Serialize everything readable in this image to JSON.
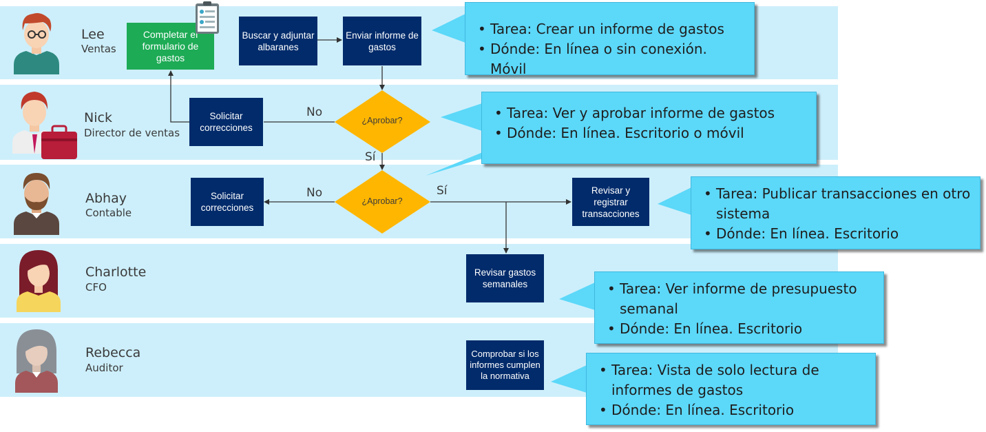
{
  "lanes": [
    {
      "name": "Lee",
      "role": "Ventas"
    },
    {
      "name": "Nick",
      "role": "Director de ventas"
    },
    {
      "name": "Abhay",
      "role": "Contable"
    },
    {
      "name": "Charlotte",
      "role": "CFO"
    },
    {
      "name": "Rebecca",
      "role": "Auditor"
    }
  ],
  "boxes": {
    "completar": "Completar el formulario de gastos",
    "buscar": "Buscar y adjuntar albaranes",
    "enviar": "Enviar informe de gastos",
    "solicitar_nick": "Solicitar correcciones",
    "solicitar_abhay": "Solicitar correcciones",
    "revisar_registrar": "Revisar y registrar transacciones",
    "revisar_gastos": "Revisar gastos semanales",
    "comprobar": "Comprobar si los informes cumplen la normativa"
  },
  "decisions": {
    "nick": "¿Aprobar?",
    "abhay": "¿Aprobar?"
  },
  "flow_labels": {
    "no_nick": "No",
    "si_nick": "Sí",
    "no_abhay": "No",
    "si_abhay": "Sí"
  },
  "callouts": {
    "lee": [
      "Tarea: Crear un informe de gastos",
      "Dónde: En línea o sin conexión. Móvil"
    ],
    "nick": [
      "Tarea: Ver y aprobar informe de gastos",
      "Dónde: En línea. Escritorio o móvil"
    ],
    "abhay": [
      "Tarea: Publicar transacciones en otro sistema",
      "Dónde: En línea. Escritorio"
    ],
    "charlotte": [
      "Tarea: Ver informe de presupuesto semanal",
      "Dónde: En línea. Escritorio"
    ],
    "rebecca": [
      "Tarea: Vista de solo lectura de informes de gastos",
      "Dónde: En línea. Escritorio"
    ]
  },
  "bullet": "•",
  "icons": [
    "person-icon",
    "briefcase-icon",
    "form-document-icon"
  ],
  "colors": {
    "lane": "#cdeffb",
    "box": "#022b6b",
    "green_box": "#1dab55",
    "decision": "#ffb600",
    "callout": "#5cd8f9"
  }
}
